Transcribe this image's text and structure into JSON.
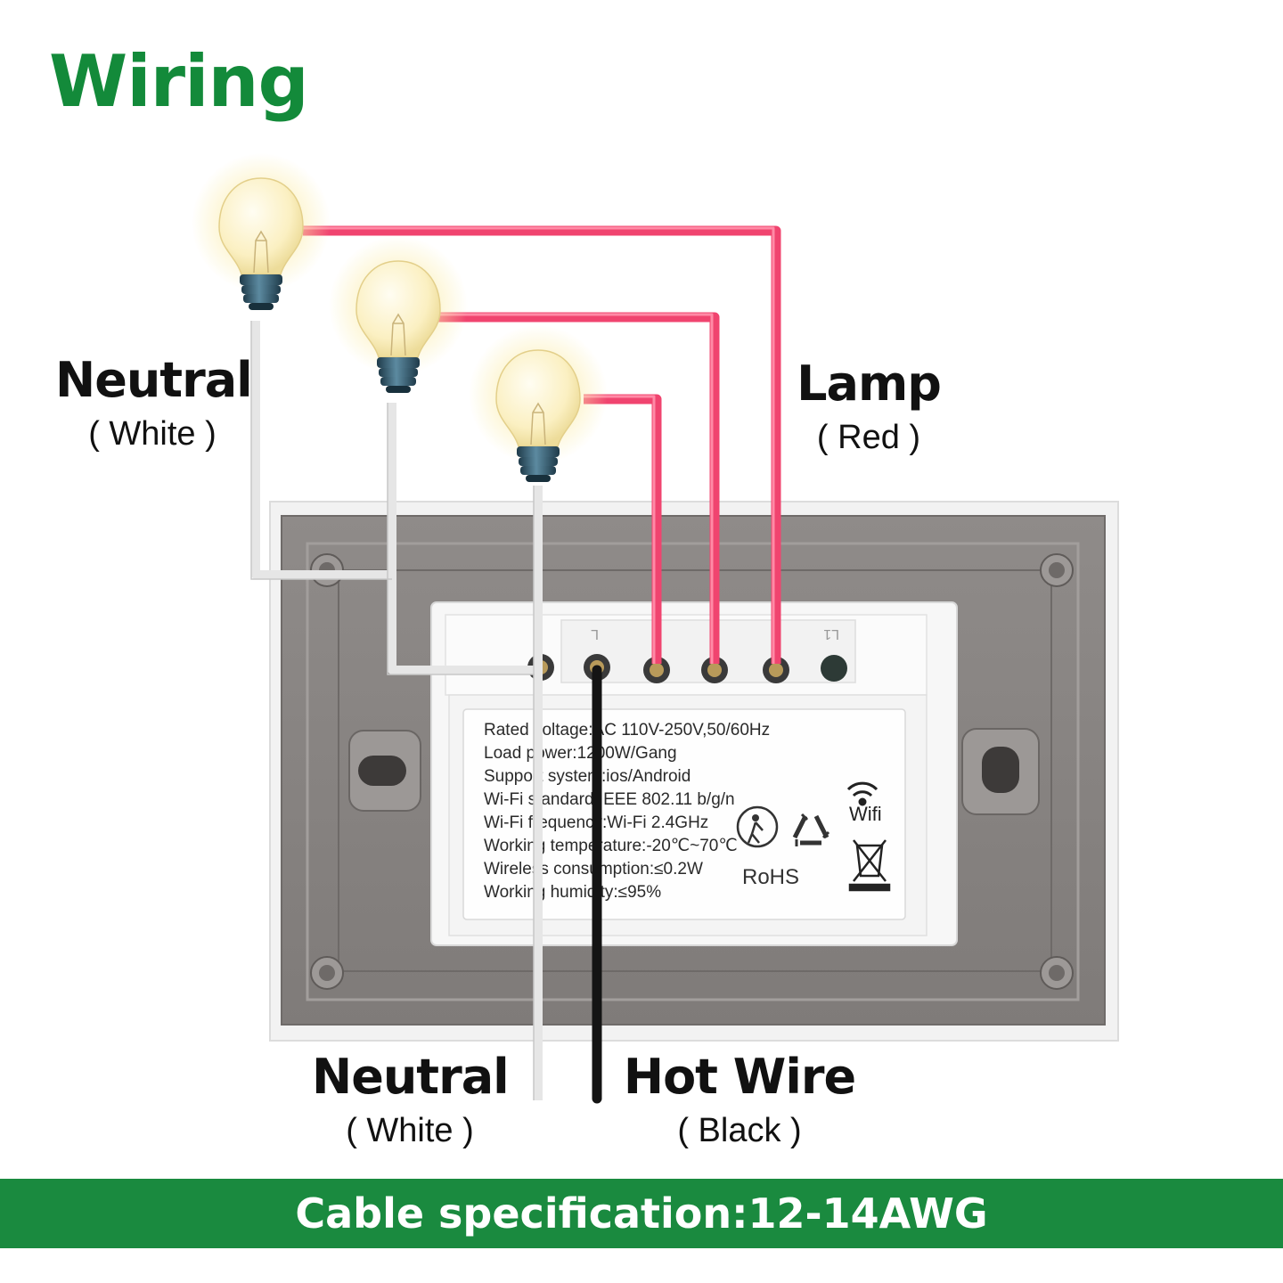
{
  "title": "Wiring",
  "labels": {
    "neutral_top": {
      "main": "Neutral",
      "sub": "( White )"
    },
    "lamp": {
      "main": "Lamp",
      "sub": "( Red )"
    },
    "neutral_bottom": {
      "main": "Neutral",
      "sub": "( White )"
    },
    "hot_wire": {
      "main": "Hot Wire",
      "sub": "( Black )"
    }
  },
  "spec_label": {
    "lines": [
      "Rated voltage:AC 110V-250V,50/60Hz",
      "Load power:1200W/Gang",
      "Support system:ios/Android",
      "Wi-Fi standard:IEEE 802.11 b/g/n",
      "Wi-Fi frequency:Wi-Fi 2.4GHz",
      "Working temperature:-20℃~70℃",
      "Wireless consumption:≤0.2W",
      "Working humidity:≤95%"
    ],
    "rohs": "RoHS",
    "wifi": "Wifi"
  },
  "terminals": {
    "left": "L",
    "right": "L1"
  },
  "footer": "Cable specification:12-14AWG",
  "colors": {
    "title_green": "#138a3a",
    "footer_green": "#1a8a3f",
    "lamp_wire": "#f0446f",
    "neutral_wire": "#e6e6e6",
    "hot_wire": "#141414",
    "plate": "#8a8684"
  },
  "icons": [
    "bulb-icon",
    "wifi-icon",
    "recycle-icon",
    "rohs-icon",
    "weee-bin-icon"
  ]
}
